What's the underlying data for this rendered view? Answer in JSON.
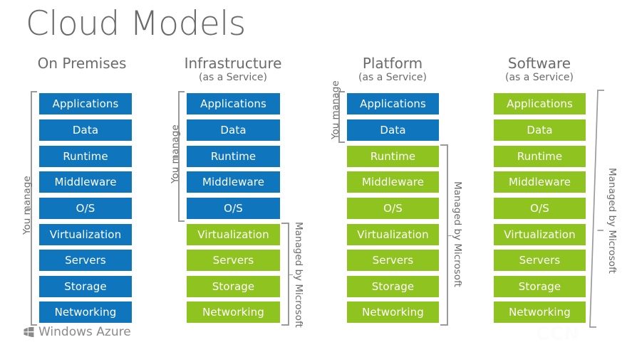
{
  "title": "Cloud Models",
  "layers": [
    "Applications",
    "Data",
    "Runtime",
    "Middleware",
    "O/S",
    "Virtualization",
    "Servers",
    "Storage",
    "Networking"
  ],
  "labels": {
    "you_manage": "You manage",
    "managed_by_microsoft": "Managed by Microsoft"
  },
  "colors": {
    "blue": "#0f75bd",
    "green": "#8fc31f",
    "bracket": "#9a9a9a",
    "text_grey": "#6b6b6b",
    "background": "#ffffff"
  },
  "columns": [
    {
      "id": "on-premises",
      "heading": "On Premises",
      "subheading": "",
      "you_manage_count": 9,
      "managed_by_microsoft_count": 0,
      "bars": [
        {
          "label": "Applications",
          "color": "blue"
        },
        {
          "label": "Data",
          "color": "blue"
        },
        {
          "label": "Runtime",
          "color": "blue"
        },
        {
          "label": "Middleware",
          "color": "blue"
        },
        {
          "label": "O/S",
          "color": "blue"
        },
        {
          "label": "Virtualization",
          "color": "blue"
        },
        {
          "label": "Servers",
          "color": "blue"
        },
        {
          "label": "Storage",
          "color": "blue"
        },
        {
          "label": "Networking",
          "color": "blue"
        }
      ]
    },
    {
      "id": "infrastructure-as-a-service",
      "heading": "Infrastructure",
      "subheading": "(as a Service)",
      "you_manage_count": 5,
      "managed_by_microsoft_count": 4,
      "bars": [
        {
          "label": "Applications",
          "color": "blue"
        },
        {
          "label": "Data",
          "color": "blue"
        },
        {
          "label": "Runtime",
          "color": "blue"
        },
        {
          "label": "Middleware",
          "color": "blue"
        },
        {
          "label": "O/S",
          "color": "blue"
        },
        {
          "label": "Virtualization",
          "color": "green"
        },
        {
          "label": "Servers",
          "color": "green"
        },
        {
          "label": "Storage",
          "color": "green"
        },
        {
          "label": "Networking",
          "color": "green"
        }
      ]
    },
    {
      "id": "platform-as-a-service",
      "heading": "Platform",
      "subheading": "(as a Service)",
      "you_manage_count": 2,
      "managed_by_microsoft_count": 7,
      "bars": [
        {
          "label": "Applications",
          "color": "blue"
        },
        {
          "label": "Data",
          "color": "blue"
        },
        {
          "label": "Runtime",
          "color": "green"
        },
        {
          "label": "Middleware",
          "color": "green"
        },
        {
          "label": "O/S",
          "color": "green"
        },
        {
          "label": "Virtualization",
          "color": "green"
        },
        {
          "label": "Servers",
          "color": "green"
        },
        {
          "label": "Storage",
          "color": "green"
        },
        {
          "label": "Networking",
          "color": "green"
        }
      ]
    },
    {
      "id": "software-as-a-service",
      "heading": "Software",
      "subheading": "(as a Service)",
      "you_manage_count": 0,
      "managed_by_microsoft_count": 9,
      "bars": [
        {
          "label": "Applications",
          "color": "green"
        },
        {
          "label": "Data",
          "color": "green"
        },
        {
          "label": "Runtime",
          "color": "green"
        },
        {
          "label": "Middleware",
          "color": "green"
        },
        {
          "label": "O/S",
          "color": "green"
        },
        {
          "label": "Virtualization",
          "color": "green"
        },
        {
          "label": "Servers",
          "color": "green"
        },
        {
          "label": "Storage",
          "color": "green"
        },
        {
          "label": "Networking",
          "color": "green"
        }
      ]
    }
  ],
  "branding": {
    "wordmark": "Windows Azure",
    "icon": "windows-flag-icon"
  },
  "watermark": "CCN"
}
